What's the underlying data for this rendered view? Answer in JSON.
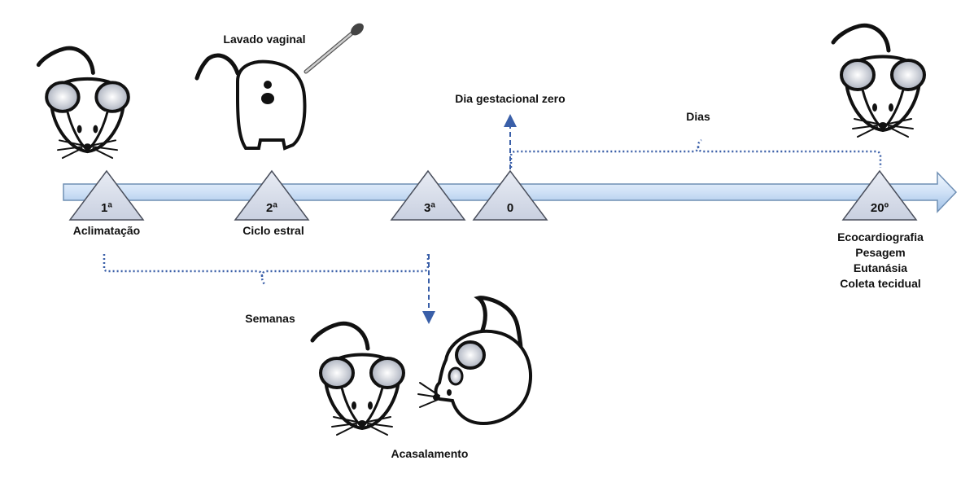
{
  "colors": {
    "arrow_fill_light": "#f2f8ff",
    "arrow_fill_dark": "#aac8ea",
    "arrow_stroke": "#6f8fb4",
    "triangle_fill": "#d4dae8",
    "triangle_stroke": "#4a4f5c",
    "dotted_line": "#3a5fa8",
    "text": "#111111"
  },
  "timeline": {
    "markers": {
      "week1": "1ª",
      "week2": "2ª",
      "week3": "3ª",
      "day0": "0",
      "day20": "20º"
    }
  },
  "labels": {
    "acclimation": "Aclimatação",
    "estrous_cycle": "Ciclo estral",
    "vaginal_lavage": "Lavado vaginal",
    "gestational_day_zero": "Dia gestacional zero",
    "days": "Dias",
    "weeks": "Semanas",
    "mating": "Acasalamento",
    "final_procedures": [
      "Ecocardiografia",
      "Pesagem",
      "Eutanásia",
      "Coleta tecidual"
    ]
  },
  "icons": [
    "mouse-icon",
    "mouse-rear-icon",
    "pipette-icon",
    "mating-mice-icon"
  ]
}
